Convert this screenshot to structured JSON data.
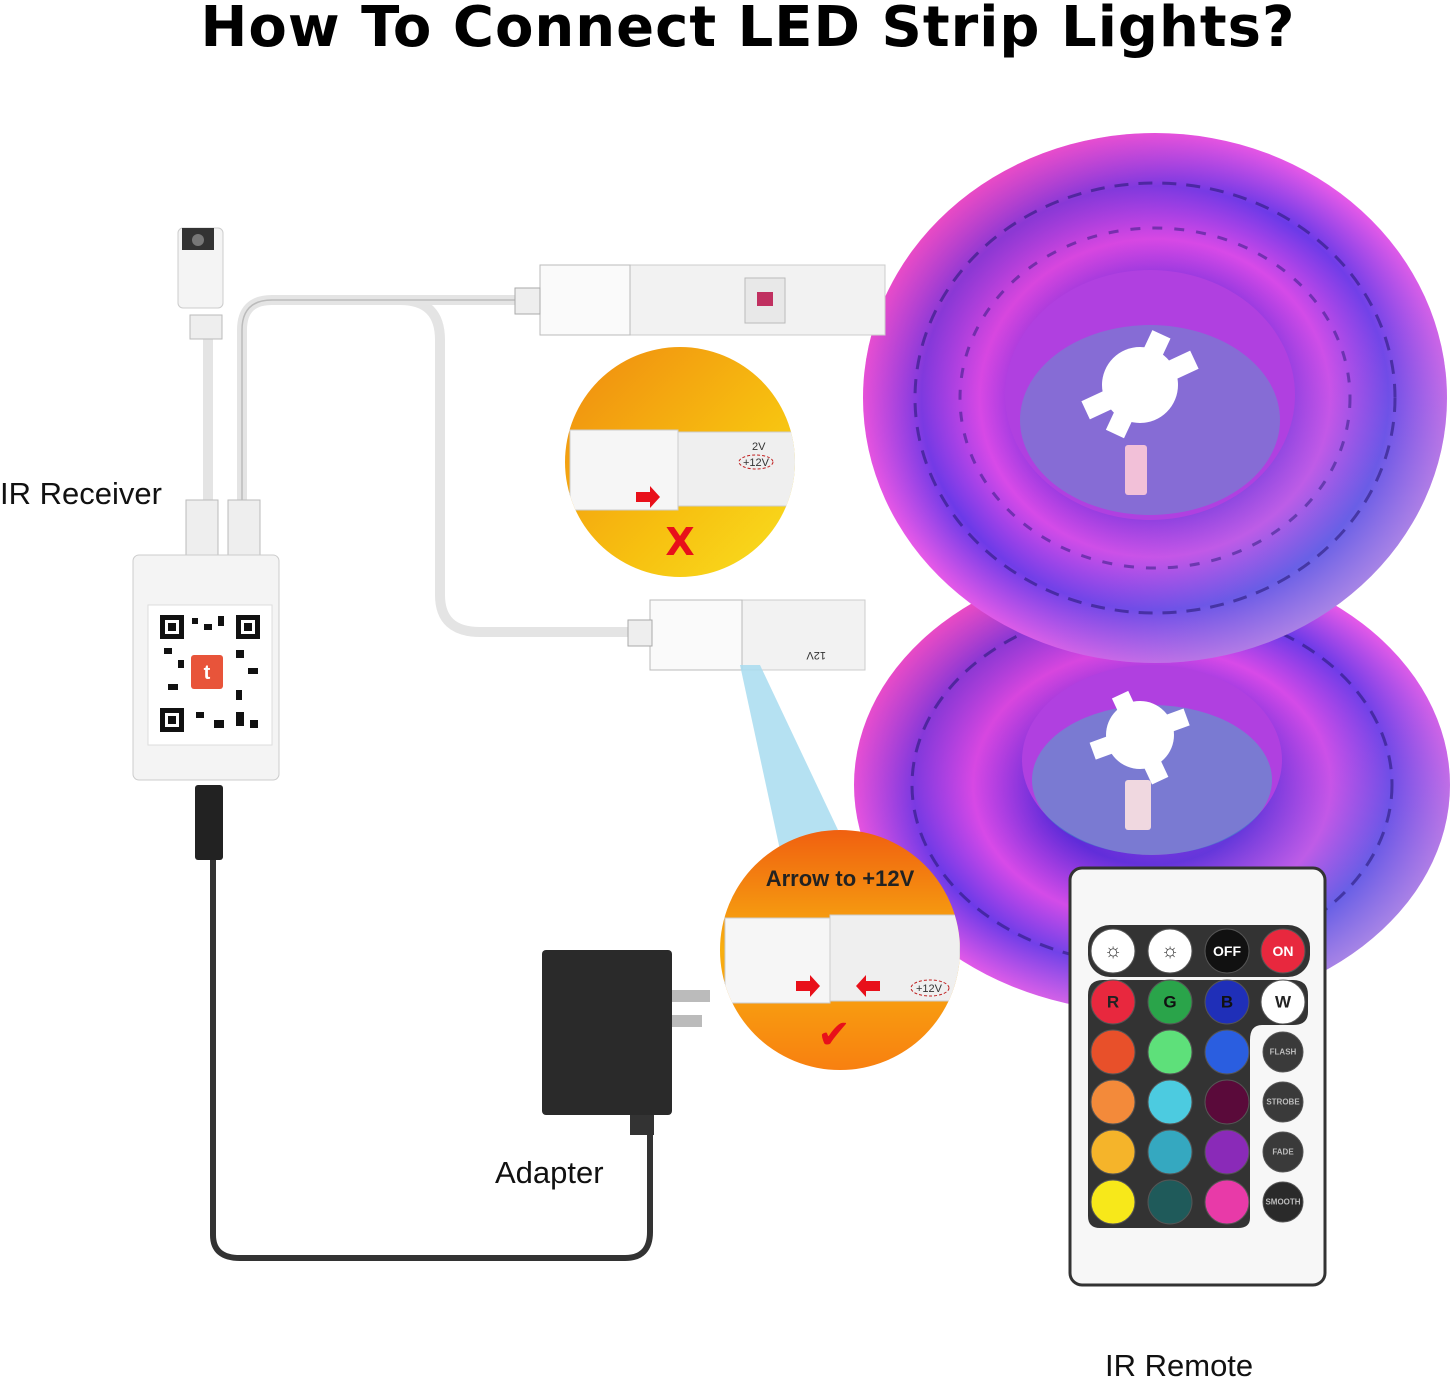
{
  "title": "How To Connect LED Strip Lights?",
  "labels": {
    "ir_receiver": "IR Receiver",
    "adapter": "Adapter",
    "ir_remote": "IR Remote"
  },
  "callouts": {
    "wrong": {
      "strip_marking_top": "2V",
      "strip_marking": "+12V",
      "mark": "X"
    },
    "correct": {
      "caption": "Arrow to +12V",
      "strip_marking": "+12V",
      "mark": "✔"
    }
  },
  "controller": {
    "app_logo": "t"
  },
  "strip_marking": "12V",
  "remote": {
    "rows": [
      [
        {
          "label": "",
          "icon": "brightness-up-icon",
          "color": "#ffffff",
          "text": "#333"
        },
        {
          "label": "",
          "icon": "brightness-down-icon",
          "color": "#ffffff",
          "text": "#333"
        },
        {
          "label": "OFF",
          "color": "#111111",
          "text": "#fff"
        },
        {
          "label": "ON",
          "color": "#e8283e",
          "text": "#fff"
        }
      ],
      [
        {
          "label": "R",
          "color": "#e8283e",
          "text": "#222"
        },
        {
          "label": "G",
          "color": "#2aa44a",
          "text": "#111"
        },
        {
          "label": "B",
          "color": "#1f2fb8",
          "text": "#111"
        },
        {
          "label": "W",
          "color": "#ffffff",
          "text": "#222"
        }
      ],
      [
        {
          "label": "",
          "color": "#e8502a"
        },
        {
          "label": "",
          "color": "#5ee07a"
        },
        {
          "label": "",
          "color": "#2a5ee0"
        },
        {
          "label": "FLASH",
          "color": "#3a3a3a",
          "text": "#bbb"
        }
      ],
      [
        {
          "label": "",
          "color": "#f38a3a"
        },
        {
          "label": "",
          "color": "#4ccbe0"
        },
        {
          "label": "",
          "color": "#5a0a3a"
        },
        {
          "label": "STROBE",
          "color": "#3a3a3a",
          "text": "#bbb"
        }
      ],
      [
        {
          "label": "",
          "color": "#f5b42a"
        },
        {
          "label": "",
          "color": "#35a8c0"
        },
        {
          "label": "",
          "color": "#8a2ab8"
        },
        {
          "label": "FADE",
          "color": "#3a3a3a",
          "text": "#bbb"
        }
      ],
      [
        {
          "label": "",
          "color": "#f7e81a"
        },
        {
          "label": "",
          "color": "#1f5a5a"
        },
        {
          "label": "",
          "color": "#e83aa8"
        },
        {
          "label": "SMOOTH",
          "color": "#2a2a2a",
          "text": "#bbb"
        }
      ]
    ]
  },
  "colors": {
    "reel_pink": "#e84ae0",
    "reel_blue": "#3a2ae0",
    "reel_cyan": "#3ae0e0",
    "callout_orange": "#f5a00a",
    "arrow_red": "#e8101a"
  }
}
